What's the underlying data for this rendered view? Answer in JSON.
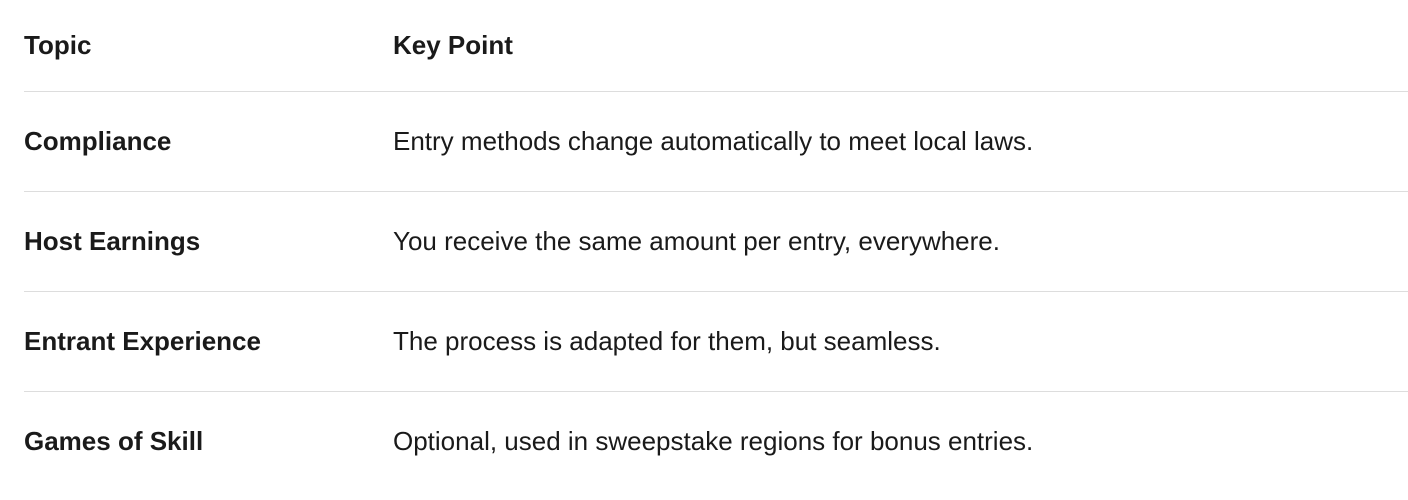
{
  "table": {
    "columns": {
      "topic": "Topic",
      "key_point": "Key Point"
    },
    "rows": [
      {
        "topic": "Compliance",
        "key_point": "Entry methods change automatically to meet local laws."
      },
      {
        "topic": "Host Earnings",
        "key_point": "You receive the same amount per entry, everywhere."
      },
      {
        "topic": "Entrant Experience",
        "key_point": "The process is adapted for them, but seamless."
      },
      {
        "topic": "Games of Skill",
        "key_point": "Optional, used in sweepstake regions for bonus entries."
      }
    ],
    "colors": {
      "text": "#1a1a1a",
      "divider": "#dddddd",
      "background": "#ffffff"
    }
  }
}
